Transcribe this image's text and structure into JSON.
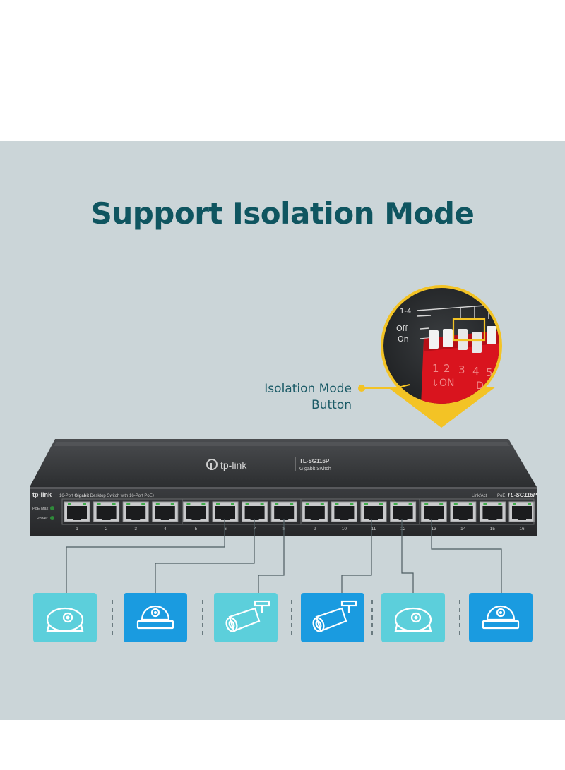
{
  "headline": "Support Isolation Mode",
  "callout": {
    "line1": "Isolation Mode",
    "line2": "Button"
  },
  "dip_switch": {
    "label_group": "1-4",
    "label_off": "Off",
    "label_on": "On",
    "numbers": [
      "1",
      "2",
      "3",
      "4",
      "5"
    ],
    "on_label": "ON",
    "partial_label": "D",
    "arrow_glyph": "⇓"
  },
  "switch": {
    "brand": "tp-link",
    "model": "TL-SG116P",
    "model_sub": "Gigabit Switch",
    "desc_prefix": "16-Port ",
    "desc_bold": "Gigabit",
    "desc_suffix": " Desktop Switch with 16-Port PoE+",
    "model_right": "TL-SG116P",
    "led_poe_max": "PoE Max",
    "led_power": "Power",
    "link_act": "Link/Act",
    "poe": "PoE",
    "port_numbers": [
      "1",
      "2",
      "3",
      "4",
      "5",
      "6",
      "7",
      "8",
      "9",
      "10",
      "11",
      "12",
      "13",
      "14",
      "15",
      "16"
    ]
  },
  "devices": [
    {
      "icon": "dome-camera-icon",
      "color": "#5ccfdb"
    },
    {
      "icon": "dome-camera-ceiling-icon",
      "color": "#1a9be0"
    },
    {
      "icon": "bullet-camera-icon",
      "color": "#5ccfdb"
    },
    {
      "icon": "bullet-camera-icon",
      "color": "#1a9be0"
    },
    {
      "icon": "dome-camera-icon",
      "color": "#5ccfdb"
    },
    {
      "icon": "dome-camera-ceiling-icon",
      "color": "#1a9be0"
    }
  ]
}
